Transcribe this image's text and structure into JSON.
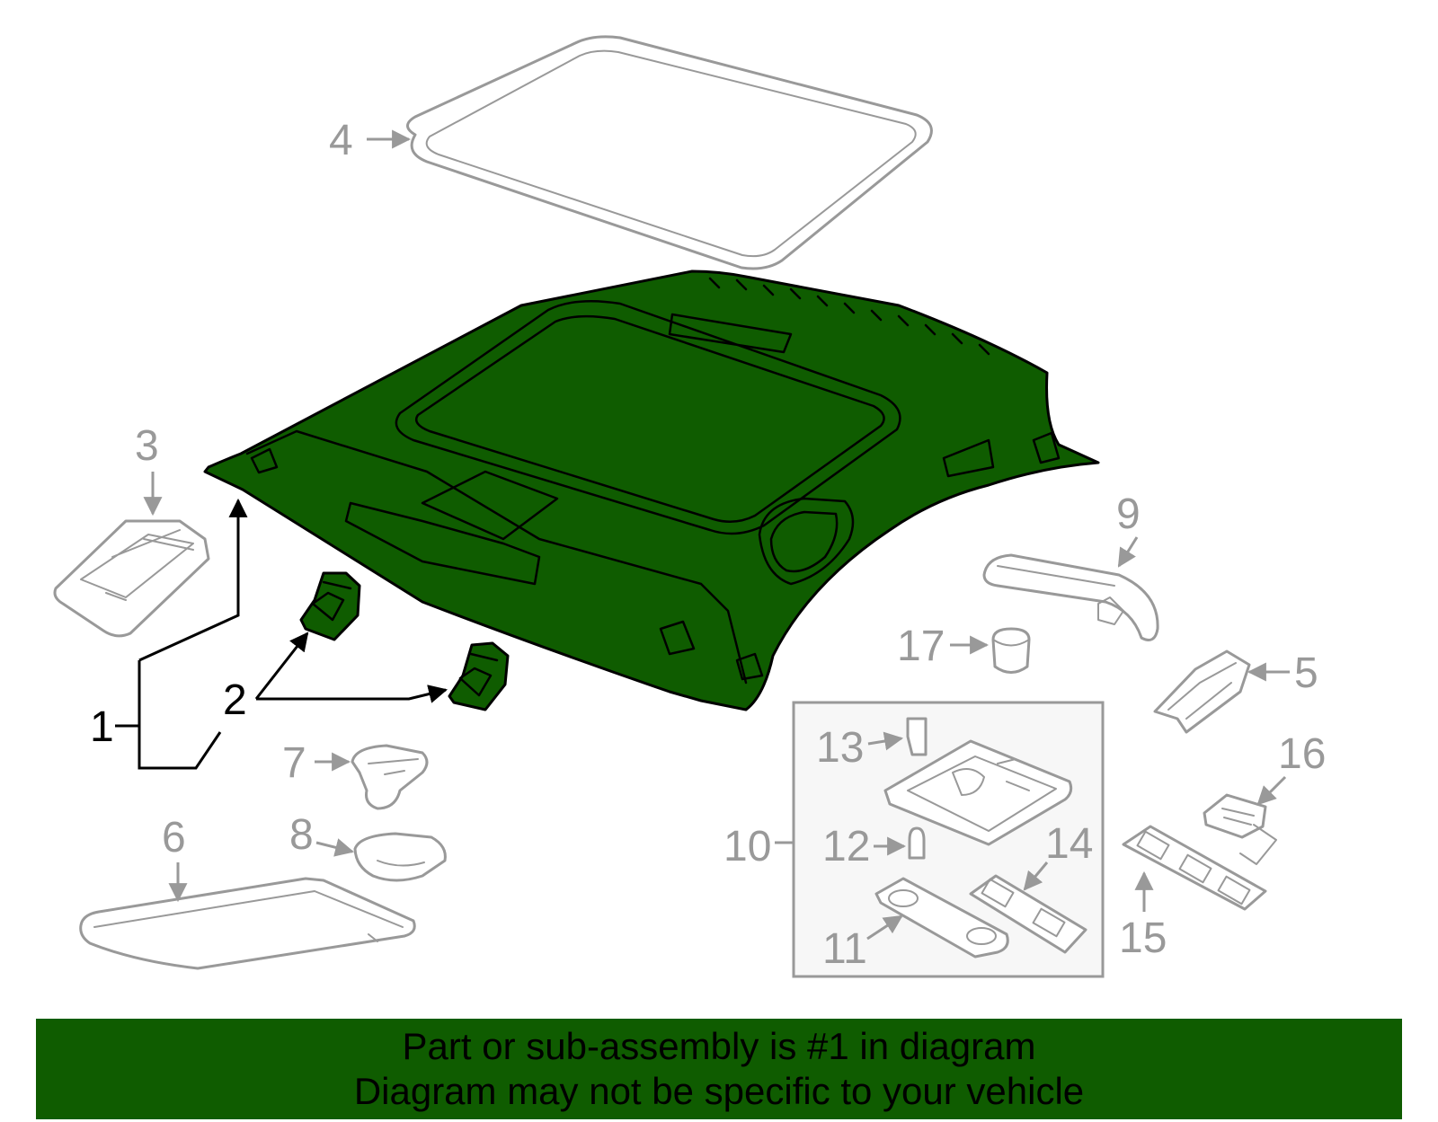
{
  "colors": {
    "highlight": "#0f5c00",
    "outline_gray": "#999999",
    "callout_text": "#999999",
    "selected_callout": "#000000",
    "banner_background": "#0f5c00",
    "banner_text": "#000000"
  },
  "callouts": {
    "c1": "1",
    "c2": "2",
    "c3": "3",
    "c4": "4",
    "c5": "5",
    "c6": "6",
    "c7": "7",
    "c8": "8",
    "c9": "9",
    "c10": "10",
    "c11": "11",
    "c12": "12",
    "c13": "13",
    "c14": "14",
    "c15": "15",
    "c16": "16",
    "c17": "17"
  },
  "highlighted_parts": [
    "1",
    "2"
  ],
  "banner": {
    "line1": "Part or sub-assembly is #1 in diagram",
    "line2": "Diagram may not be specific to your vehicle"
  }
}
